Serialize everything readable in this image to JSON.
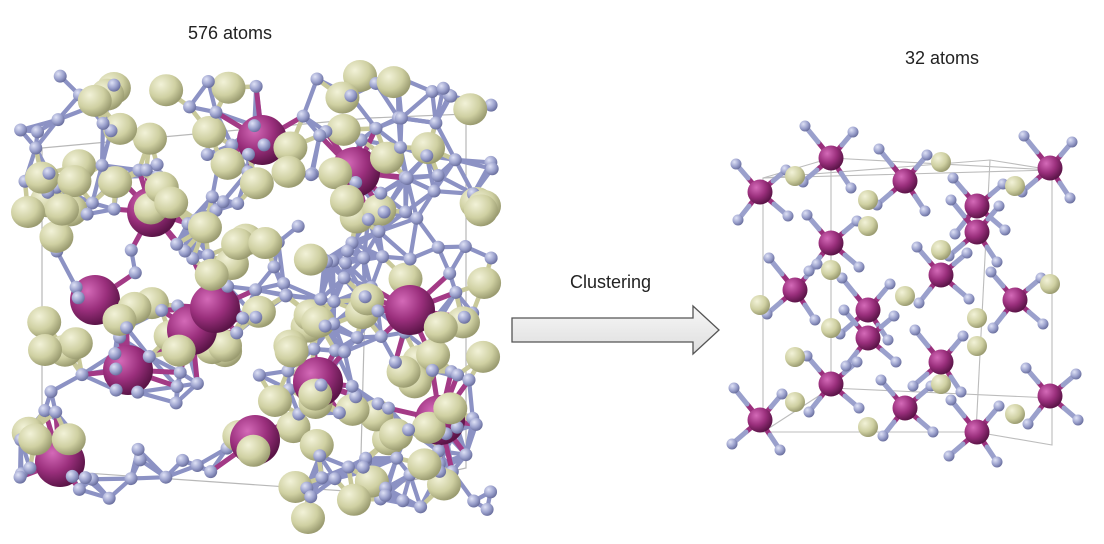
{
  "left_panel": {
    "title": "576 atoms"
  },
  "right_panel": {
    "title": "32 atoms"
  },
  "arrow": {
    "label": "Clustering"
  },
  "colors": {
    "magenta_atom": "#9a2f7c",
    "small_atom": "#9aa0cc",
    "yellow_atom": "#cfd0a2",
    "cell_edge": "#b8b8b8",
    "arrow_fill": "#ececec"
  }
}
